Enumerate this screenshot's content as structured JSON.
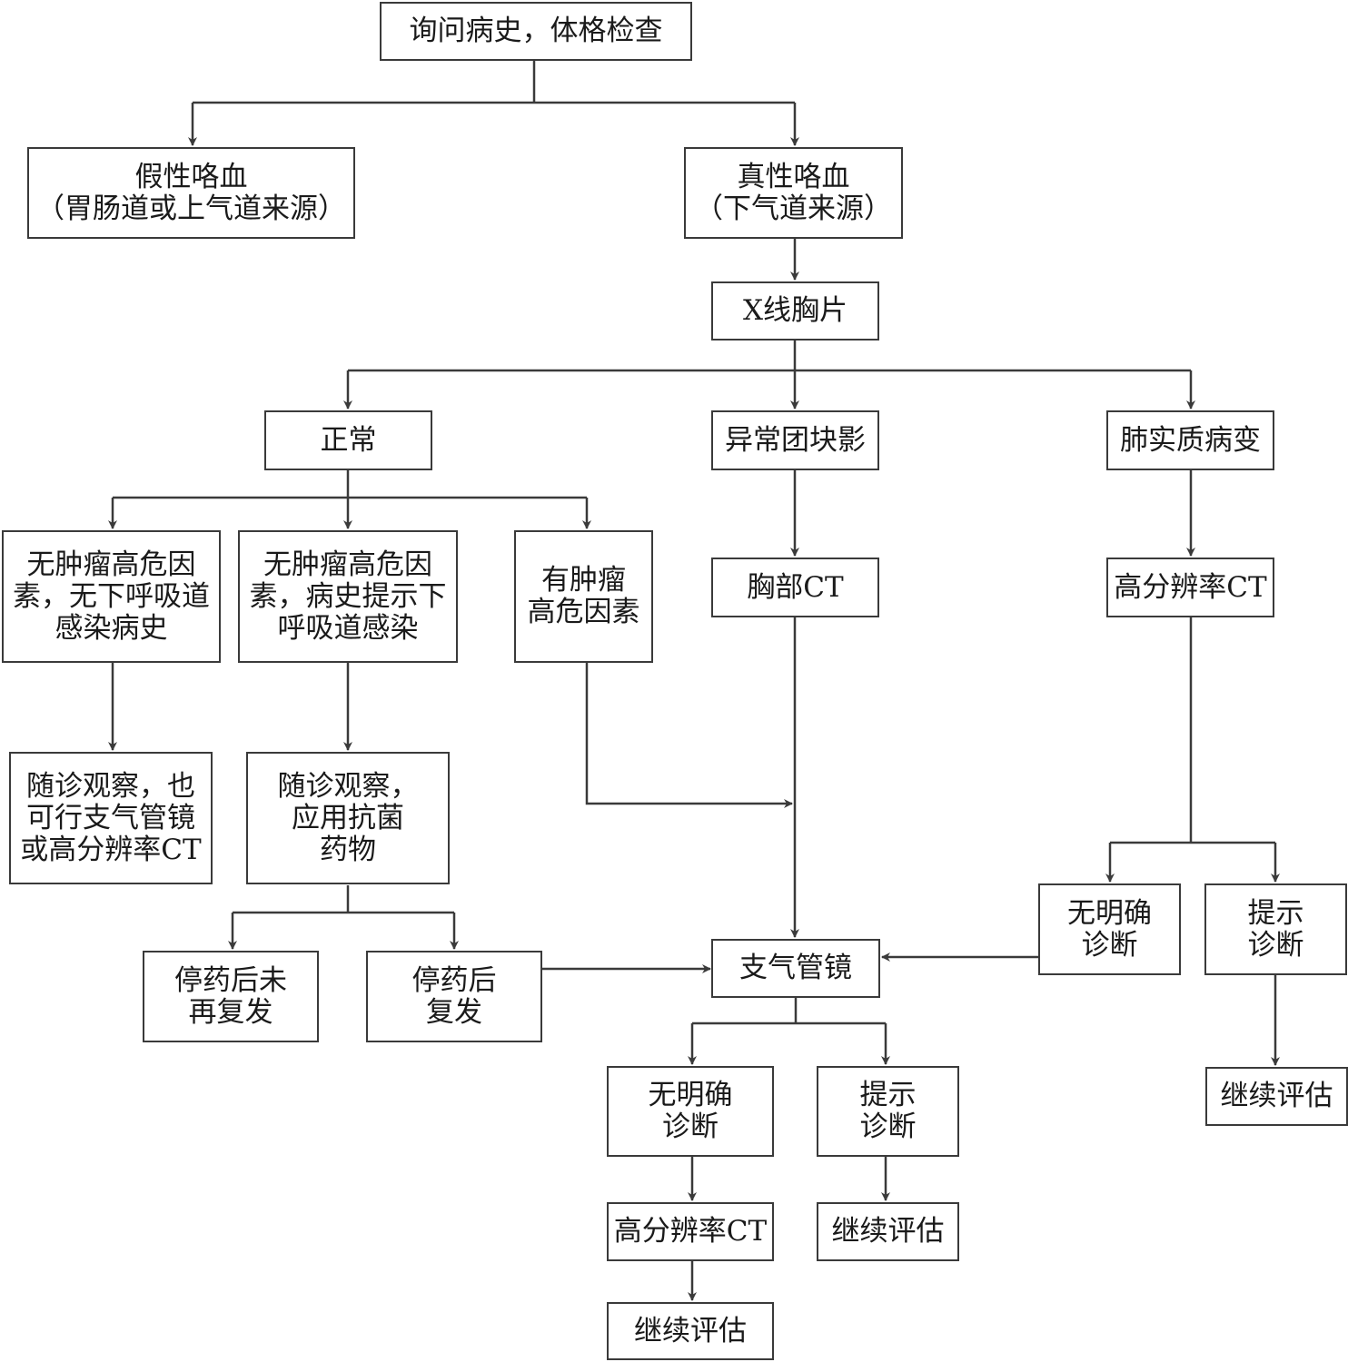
{
  "nodes": {
    "history": [
      "询问病史，体格检查"
    ],
    "pseudo": [
      "假性咯血",
      "（胃肠道或上气道来源）"
    ],
    "true_hemo": [
      "真性咯血",
      "（下气道来源）"
    ],
    "xray": [
      "X线胸片"
    ],
    "normal": [
      "正常"
    ],
    "mass": [
      "异常团块影"
    ],
    "parenchyma": [
      "肺实质病变"
    ],
    "no_risk_no_inf": [
      "无肿瘤高危因",
      "素，无下呼吸道",
      "感染病史"
    ],
    "no_risk_inf": [
      "无肿瘤高危因",
      "素，病史提示下",
      "呼吸道感染"
    ],
    "risk": [
      "有肿瘤",
      "高危因素"
    ],
    "chest_ct": [
      "胸部CT"
    ],
    "hrct_right": [
      "高分辨率CT"
    ],
    "follow_obs": [
      "随诊观察，也",
      "可行支气管镜",
      "或高分辨率CT"
    ],
    "follow_abx": [
      "随诊观察，",
      "应用抗菌",
      "药物"
    ],
    "no_recur": [
      "停药后未",
      "再复发"
    ],
    "recur": [
      "停药后",
      "复发"
    ],
    "bronch": [
      "支气管镜"
    ],
    "right_nodx": [
      "无明确",
      "诊断"
    ],
    "right_dx": [
      "提示",
      "诊断"
    ],
    "right_eval": [
      "继续评估"
    ],
    "b_nodx": [
      "无明确",
      "诊断"
    ],
    "b_dx": [
      "提示",
      "诊断"
    ],
    "b_hrct": [
      "高分辨率CT"
    ],
    "b_dx_eval": [
      "继续评估"
    ],
    "b_final_eval": [
      "继续评估"
    ]
  },
  "line_color": "#3a3a3a"
}
